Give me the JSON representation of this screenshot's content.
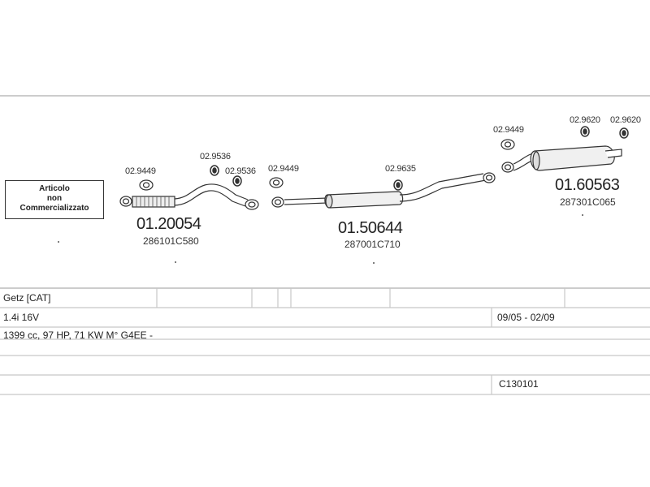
{
  "note": {
    "lines": [
      "Articolo",
      "non",
      "Commercializzato"
    ]
  },
  "parts": {
    "front_pipe": {
      "code": "01.20054",
      "oem": "286101C580"
    },
    "middle_silencer": {
      "code": "01.50644",
      "oem": "287001C710"
    },
    "rear_silencer": {
      "code": "01.60563",
      "oem": "287301C065"
    }
  },
  "accessories": {
    "gasket_front": "02.9449",
    "clamp_a": "02.9536",
    "clamp_b": "02.9536",
    "gasket_mid": "02.9449",
    "hanger_mid": "02.9635",
    "gasket_rear": "02.9449",
    "hanger_rear_a": "02.9620",
    "hanger_rear_b": "02.9620"
  },
  "vehicle": {
    "model": "Getz  [CAT]",
    "engine": "1.4i 16V",
    "dates": "09/05 - 02/09",
    "specs": "1399 cc, 97 HP, 71 KW M° G4EE -",
    "catalog_code": "C130101"
  }
}
